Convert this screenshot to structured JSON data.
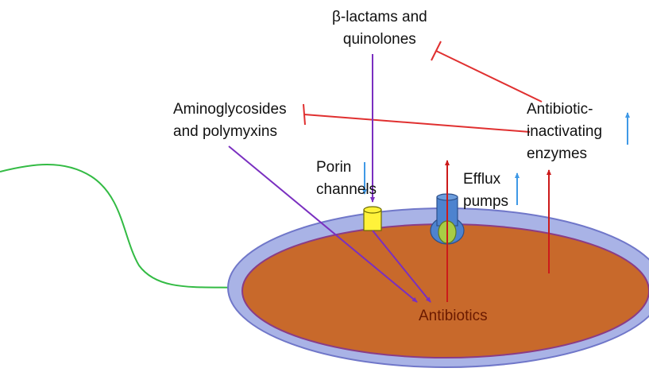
{
  "labels": {
    "beta_lactams": [
      "β-lactams and",
      "quinolones"
    ],
    "aminoglycosides": [
      "Aminoglycosides",
      "and polymyxins"
    ],
    "porin": [
      "Porin",
      "channels"
    ],
    "efflux": [
      "Efflux",
      "pumps"
    ],
    "enzymes": [
      "Antibiotic-",
      "inactivating",
      "enzymes"
    ],
    "antibiotics": "Antibiotics"
  },
  "colors": {
    "cell_outer": "#a9b3e6",
    "cell_outer_stroke": "#7077c9",
    "cell_inner": "#c8692b",
    "cell_inner_stroke": "#8a3c86",
    "flagellum": "#33bb44",
    "inhibition": "#e03030",
    "entry_arrow": "#7a2fc0",
    "efflux_arrow": "#cc1a1a",
    "regulation_arrow": "#3f99e6",
    "porin_fill": "#fff23a",
    "pump_outer": "#4d83cf",
    "pump_inner": "#a8cc45"
  },
  "regulation": {
    "porin": "down",
    "efflux": "up",
    "enzymes": "up"
  }
}
